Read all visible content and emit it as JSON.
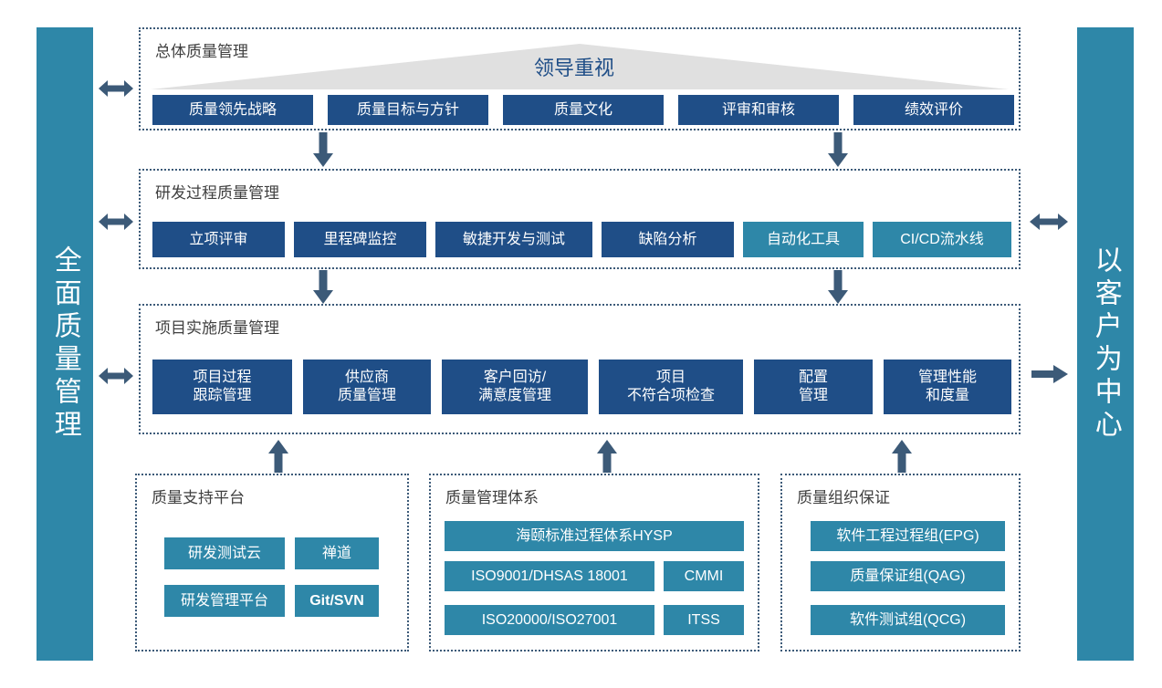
{
  "pillars": {
    "left": {
      "label": "全面质量管理",
      "color": "#2E87A8"
    },
    "right": {
      "label": "以客户为中心",
      "color": "#2E87A8"
    }
  },
  "colors": {
    "navy": "#1F4E87",
    "teal": "#2E87A8",
    "arrow": "#3C5A78",
    "triangle": "#E0E0E0",
    "panel_border": "#3C5A78",
    "title_text": "#404040"
  },
  "sections": [
    {
      "title": "总体质量管理",
      "banner": {
        "label": "领导重视",
        "shape": "triangle"
      },
      "boxes": [
        {
          "label": "质量领先战略",
          "color": "navy"
        },
        {
          "label": "质量目标与方针",
          "color": "navy"
        },
        {
          "label": "质量文化",
          "color": "navy"
        },
        {
          "label": "评审和审核",
          "color": "navy"
        },
        {
          "label": "绩效评价",
          "color": "navy"
        }
      ]
    },
    {
      "title": "研发过程质量管理",
      "boxes": [
        {
          "label": "立项评审",
          "color": "navy"
        },
        {
          "label": "里程碑监控",
          "color": "navy"
        },
        {
          "label": "敏捷开发与测试",
          "color": "navy"
        },
        {
          "label": "缺陷分析",
          "color": "navy"
        },
        {
          "label": "自动化工具",
          "color": "teal"
        },
        {
          "label": "CI/CD流水线",
          "color": "teal"
        }
      ]
    },
    {
      "title": "项目实施质量管理",
      "boxes": [
        {
          "label": "项目过程\n跟踪管理",
          "color": "navy"
        },
        {
          "label": "供应商\n质量管理",
          "color": "navy"
        },
        {
          "label": "客户回访/\n满意度管理",
          "color": "navy"
        },
        {
          "label": "项目\n不符合项检查",
          "color": "navy"
        },
        {
          "label": "配置\n管理",
          "color": "navy"
        },
        {
          "label": "管理性能\n和度量",
          "color": "navy"
        }
      ]
    }
  ],
  "bottom_panels": [
    {
      "title": "质量支持平台",
      "boxes": [
        {
          "label": "研发测试云",
          "color": "teal",
          "bold": false
        },
        {
          "label": "禅道",
          "color": "teal",
          "bold": false
        },
        {
          "label": "研发管理平台",
          "color": "teal",
          "bold": false
        },
        {
          "label": "Git/SVN",
          "color": "teal",
          "bold": true
        }
      ]
    },
    {
      "title": "质量管理体系",
      "boxes": [
        {
          "label": "海颐标准过程体系HYSP",
          "color": "teal",
          "bold": false
        },
        {
          "label": "ISO9001/DHSAS 18001",
          "color": "teal",
          "bold": false
        },
        {
          "label": "CMMI",
          "color": "teal",
          "bold": false
        },
        {
          "label": "ISO20000/ISO27001",
          "color": "teal",
          "bold": false
        },
        {
          "label": "ITSS",
          "color": "teal",
          "bold": false
        }
      ]
    },
    {
      "title": "质量组织保证",
      "boxes": [
        {
          "label": "软件工程过程组(EPG)",
          "color": "teal",
          "bold": false
        },
        {
          "label": "质量保证组(QAG)",
          "color": "teal",
          "bold": false
        },
        {
          "label": "软件测试组(QCG)",
          "color": "teal",
          "bold": false
        }
      ]
    }
  ],
  "connectors": [
    {
      "name": "left-arrow-section-1",
      "direction": "double-horizontal"
    },
    {
      "name": "left-arrow-section-2",
      "direction": "double-horizontal"
    },
    {
      "name": "left-arrow-section-3",
      "direction": "double-horizontal"
    },
    {
      "name": "right-arrow-section-2",
      "direction": "double-horizontal"
    },
    {
      "name": "right-arrow-section-3",
      "direction": "right"
    },
    {
      "name": "down-arrow-1-left",
      "direction": "down"
    },
    {
      "name": "down-arrow-1-right",
      "direction": "down"
    },
    {
      "name": "down-arrow-2-left",
      "direction": "down"
    },
    {
      "name": "down-arrow-2-right",
      "direction": "down"
    },
    {
      "name": "up-arrow-support",
      "direction": "up"
    },
    {
      "name": "up-arrow-system",
      "direction": "up"
    },
    {
      "name": "up-arrow-org",
      "direction": "up"
    }
  ]
}
